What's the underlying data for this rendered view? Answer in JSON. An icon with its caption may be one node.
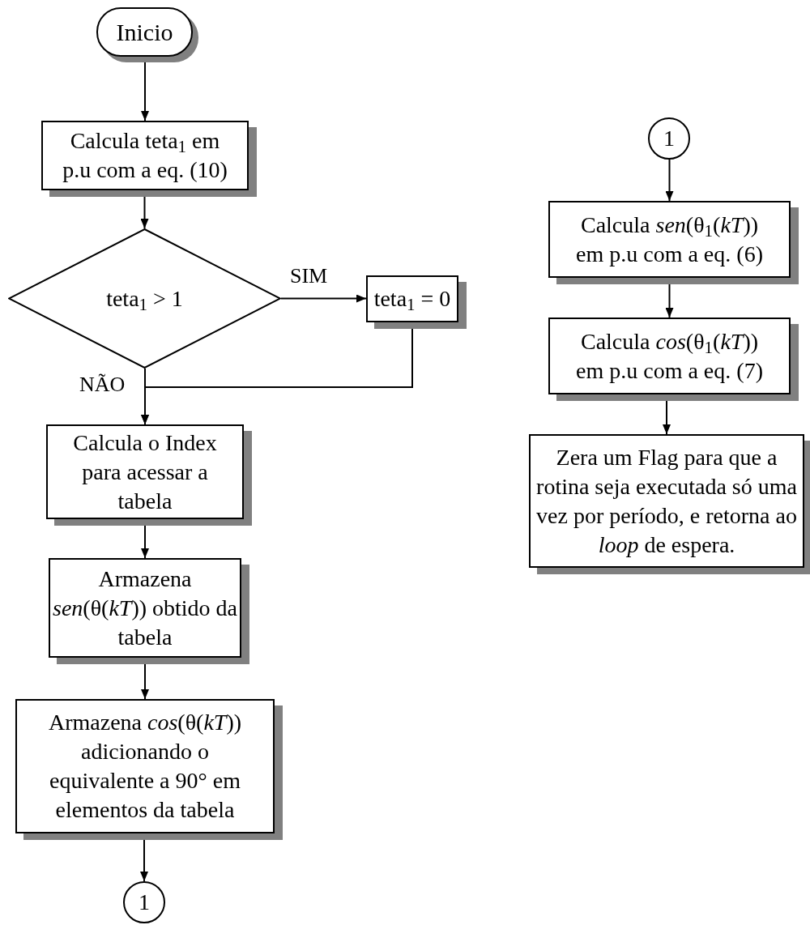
{
  "diagram": {
    "nodes": [
      {
        "text": [
          "Inicio"
        ]
      },
      {
        "text": [
          "Calcula teta$_{1}$ em p.u com a eq. (10)"
        ]
      },
      {
        "text": [
          "teta$_{1}$ > 1"
        ]
      },
      {
        "text": [
          "teta$_{1}$ = 0"
        ]
      },
      {
        "text": [
          "Calcula o Index para acessar a tabela"
        ]
      },
      {
        "text": [
          "Armazena *sen*(θ(*kT*)) obtido da tabela"
        ]
      },
      {
        "text": [
          "Armazena *cos*(θ(*kT*)) adicionando o equivalente a 90° em elementos da tabela"
        ]
      },
      {
        "text": [
          "1"
        ]
      },
      {
        "text": [
          "1"
        ]
      },
      {
        "text": [
          "Calcula *sen*(θ$_{1}$(*kT*)) em p.u com a eq. (6)"
        ]
      },
      {
        "text": [
          "Calcula *cos*(θ$_{1}$(*kT*)) em p.u com a eq. (7)"
        ]
      },
      {
        "text": [
          "Zera um Flag para que a rotina seja executada só uma vez por período, e retorna ao *loop* de espera."
        ]
      }
    ],
    "edges": [
      {
        "from": 0,
        "to": 1,
        "arrow": "to"
      },
      {
        "from": 1,
        "to": 2,
        "arrow": "to"
      },
      {
        "from": 2,
        "to": 3,
        "arrow": "to",
        "label": "SIM"
      },
      {
        "from": 3,
        "to": 4,
        "arrow": "to"
      },
      {
        "from": 2,
        "to": 4,
        "arrow": "to",
        "label": "NÃO"
      },
      {
        "from": 4,
        "to": 5,
        "arrow": "to"
      },
      {
        "from": 5,
        "to": 6,
        "arrow": "to"
      },
      {
        "from": 6,
        "to": 7,
        "arrow": "to"
      },
      {
        "from": 8,
        "to": 9,
        "arrow": "to"
      },
      {
        "from": 9,
        "to": 10,
        "arrow": "to"
      },
      {
        "from": 10,
        "to": 11,
        "arrow": "to"
      }
    ]
  }
}
